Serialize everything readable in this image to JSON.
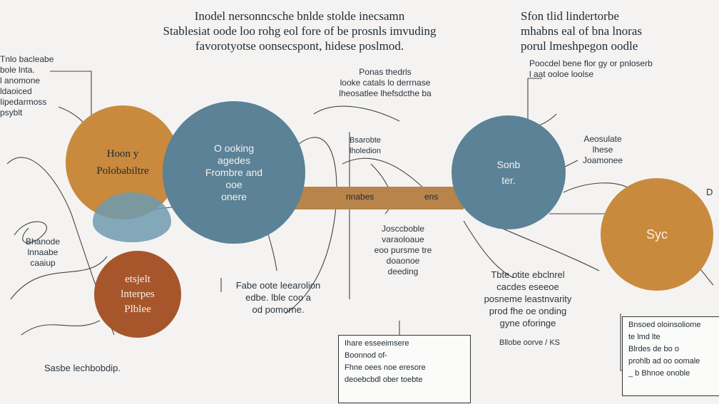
{
  "colors": {
    "orange": "#c98a3d",
    "blue": "#5b8296",
    "blue_light": "#6f9ab0",
    "rust": "#a7562c",
    "bar": "#b8844a",
    "line": "#444444",
    "background": "#f4f3f1"
  },
  "header": {
    "main_title": "Inodel nersonncsche bnlde stolde inecsamn\nStablesiat oode loo rohg eol fore of be prosnls imvuding\nfavorotyotse oonsecspont, hidese poslmod.",
    "right_title": "Sfon tlid lindertorbe\nmhabns eal of bna lnoras\nporul lmeshpegon oodle"
  },
  "circles": {
    "orange_left": "Hoon y\nPolobabiltre",
    "blue_main": "O ooking\nagedes\nFrombre and\nooe\nonere",
    "rust": "etsjelt\nlnterpes\nPlblee",
    "blue_right": "Sonb\nter.",
    "orange_right": "Syc"
  },
  "bar": {
    "label_left": "nnabes",
    "label_right": "ens"
  },
  "notes": {
    "left_top": "Tnlo bacleabe\nbole lnta.\nl anomone\nldaoiced\nIipedarmoss\npsyblt",
    "left_mid": "Bhanode\nlnnaabe\ncaaiup",
    "bottom_left": "Sasbe lechbobdip.",
    "center_top": "Ponas thedrls\nlooke catals lo derrnase\nlheosatlee lhefsdcthe ba",
    "center_small": "Bsarobte\nlholedion",
    "center_bar_below": "Josccboble\nvaraoloaue\neoo pursme tre\ndoaonoe\ndeeding",
    "center_bottom": "Fabe oote leearolion\nedbe. lble coo a\nod pomorne.",
    "right_top": "Poocdel bene flor gy or pnloserb\nl aat ooloe loolse",
    "right_mid": "Aeosulate\nlhese\nJoamonee",
    "right_center": "Tbte otite ebclnrel\ncacdes eseeoe\nposneme leastnvarity\nprod fhe oe onding\ngyne oforinge",
    "right_small": "Bllobe oorve / KS",
    "right_edge": "D"
  },
  "boxes": {
    "center": "Ihare esseeimsere\nBoonnod of-\nFhne oees noe eresore\ndeoebcbdl ober toebte",
    "right": "Bnsoed oloinsoliome\nte lmd lte\nBlrdes de bo o\nprohlb ad oo oomale\n_ b Bhnoe onoble"
  }
}
